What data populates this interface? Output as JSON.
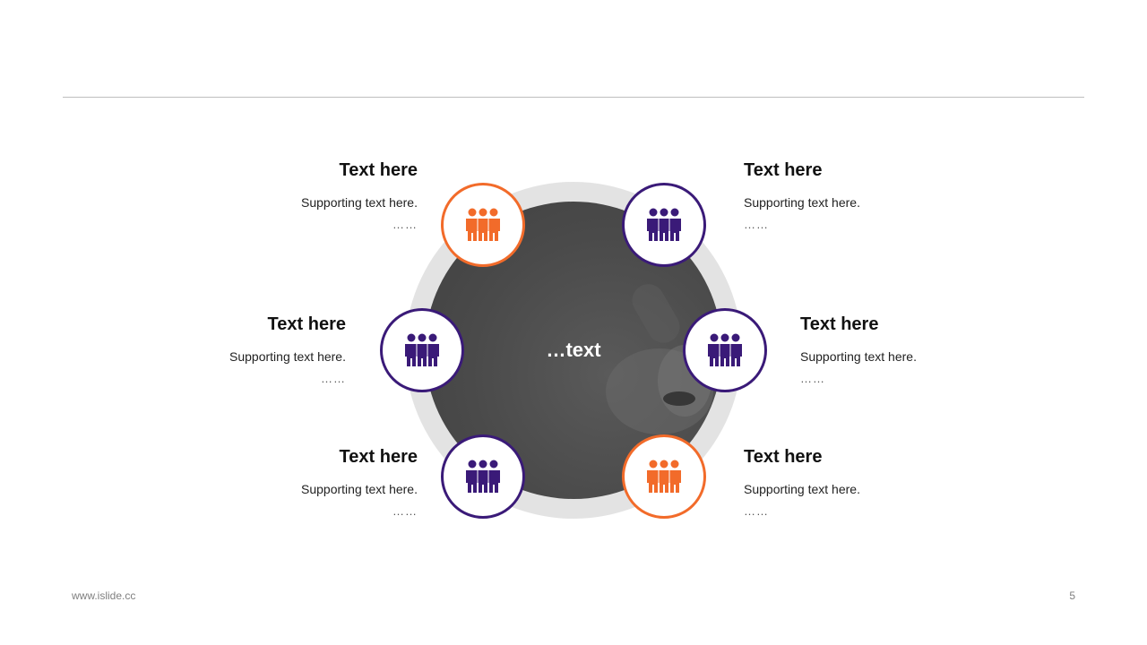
{
  "colors": {
    "orange": "#f26b2a",
    "purple": "#3a1a78",
    "ring": "#e3e3e3",
    "disc": "#4a4a4a"
  },
  "center": {
    "text": "…text"
  },
  "items": [
    {
      "title": "Text here",
      "sub": "Supporting text here.",
      "dots": "……",
      "icon": "people-group-icon",
      "color": "orange"
    },
    {
      "title": "Text here",
      "sub": "Supporting text here.",
      "dots": "……",
      "icon": "people-group-icon",
      "color": "purple"
    },
    {
      "title": "Text here",
      "sub": "Supporting text here.",
      "dots": "……",
      "icon": "people-group-icon",
      "color": "purple"
    },
    {
      "title": "Text here",
      "sub": "Supporting text here.",
      "dots": "……",
      "icon": "people-group-icon",
      "color": "purple"
    },
    {
      "title": "Text here",
      "sub": "Supporting text here.",
      "dots": "……",
      "icon": "people-group-icon",
      "color": "purple"
    },
    {
      "title": "Text here",
      "sub": "Supporting text here.",
      "dots": "……",
      "icon": "people-group-icon",
      "color": "orange"
    }
  ],
  "footer": {
    "website": "www.islide.cc",
    "page": "5"
  }
}
